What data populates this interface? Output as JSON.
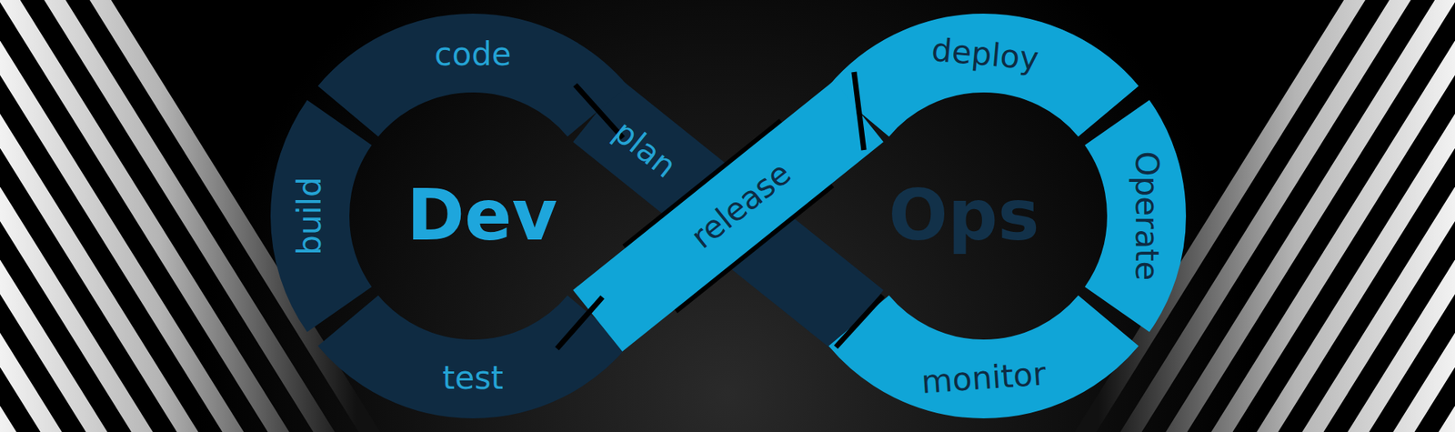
{
  "diagram": {
    "nodes": [
      {
        "text": [
          "plan"
        ]
      },
      {
        "text": [
          "code"
        ]
      },
      {
        "text": [
          "build"
        ]
      },
      {
        "text": [
          "test"
        ]
      },
      {
        "text": [
          "release"
        ]
      },
      {
        "text": [
          "deploy"
        ]
      },
      {
        "text": [
          "Operate"
        ]
      },
      {
        "text": [
          "monitor"
        ]
      }
    ],
    "labels": [
      "Dev",
      "Ops"
    ]
  }
}
